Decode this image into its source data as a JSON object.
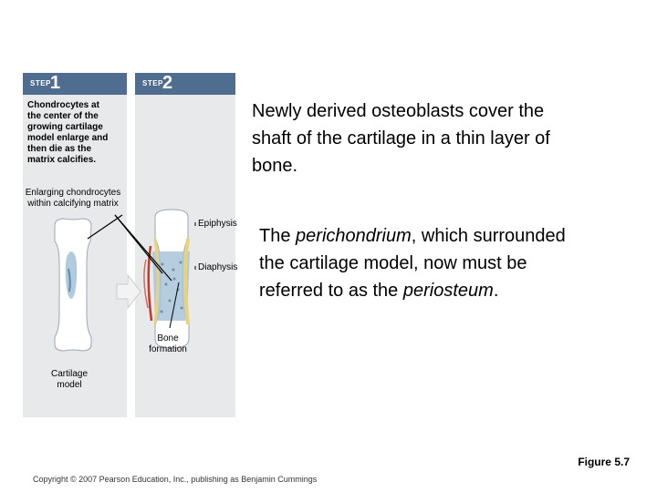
{
  "step1": {
    "word": "STEP",
    "number": "1",
    "caption": "Chondrocytes at the center of the growing cartilage model enlarge and then die as the matrix calcifies."
  },
  "step2": {
    "word": "STEP",
    "number": "2"
  },
  "callout": "Newly derived osteoblasts cover the shaft of the cartilage in a thin layer of bone.",
  "labels": {
    "enlarging": "Enlarging chondrocytes within calcifying matrix",
    "epiphysis": "Epiphysis",
    "diaphysis": "Diaphysis",
    "bone_formation": "Bone formation",
    "cartilage_model": "Cartilage model"
  },
  "description": {
    "part1": "The ",
    "term1": "perichondrium",
    "part2": ", which surrounded the cartilage model, now must be referred to as the ",
    "term2": "periosteum",
    "part3": "."
  },
  "figure_label": "Figure 5.7",
  "copyright": "Copyright © 2007 Pearson Education, Inc., publishing as Benjamin Cummings",
  "colors": {
    "step_bar": "#4f6e8f",
    "panel": "#e8e9eb",
    "cartilage_blue": "#a9c4da",
    "bone_red": "#c0392b",
    "periosteum_yellow": "#e8d27a"
  }
}
